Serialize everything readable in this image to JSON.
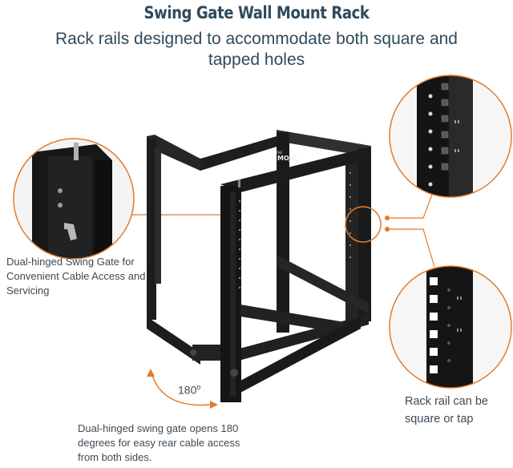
{
  "header": {
    "title": "Swing Gate Wall Mount Rack",
    "subtitle": "Rack rails designed to accommodate both square and tapped holes"
  },
  "callouts": {
    "left_caption": "Dual-hinged Swing Gate for Convenient Cable Access and Servicing",
    "bottom_caption": "Dual-hinged swing gate opens 180 degrees for easy rear cable access from both sides.",
    "right_caption": "Rack rail can be square or tap",
    "angle_label": "180",
    "angle_unit": "o"
  },
  "product": {
    "brand_logo_small": "THE",
    "brand_logo": "MOJO"
  },
  "colors": {
    "accent": "#e07b2c",
    "heading": "#2f4a5c",
    "metal": "#1c1c1c"
  }
}
